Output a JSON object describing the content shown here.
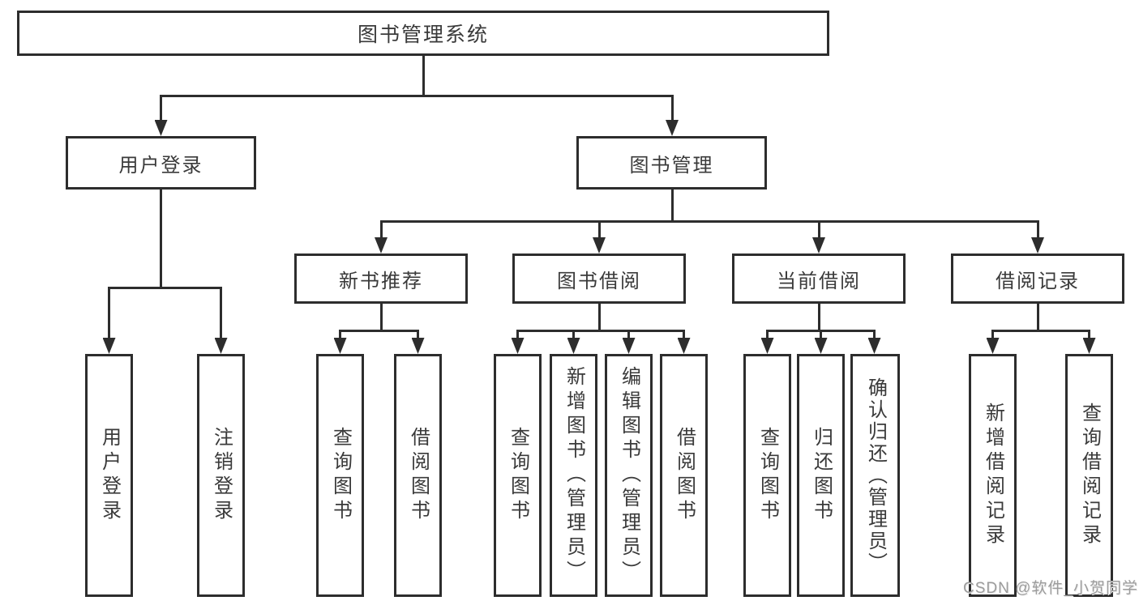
{
  "nodes": {
    "root": "图书管理系统",
    "user_login": "用户登录",
    "book_mgmt": "图书管理",
    "new_book_rec": "新书推荐",
    "book_borrow": "图书借阅",
    "current_borrow": "当前借阅",
    "borrow_record": "借阅记录",
    "leaf_user_login": "用户登录",
    "leaf_logout": "注销登录",
    "leaf_query_book_rec": "查询图书",
    "leaf_borrow_book_rec": "借阅图书",
    "leaf_query_book_borrow": "查询图书",
    "leaf_add_book": "新增图书（管理员）",
    "leaf_edit_book": "编辑图书（管理员）",
    "leaf_borrow_book": "借阅图书",
    "leaf_query_book_current": "查询图书",
    "leaf_return_book": "归还图书",
    "leaf_confirm_return": "确认归还（管理员）",
    "leaf_add_borrow_record": "新增借阅记录",
    "leaf_query_borrow_record": "查询借阅记录"
  },
  "watermark": "CSDN @软件_小贺同学",
  "colors": {
    "line": "#2d2d2d",
    "text": "#3a3a3a",
    "watermark": "#9c9c9c",
    "background": "#ffffff"
  }
}
